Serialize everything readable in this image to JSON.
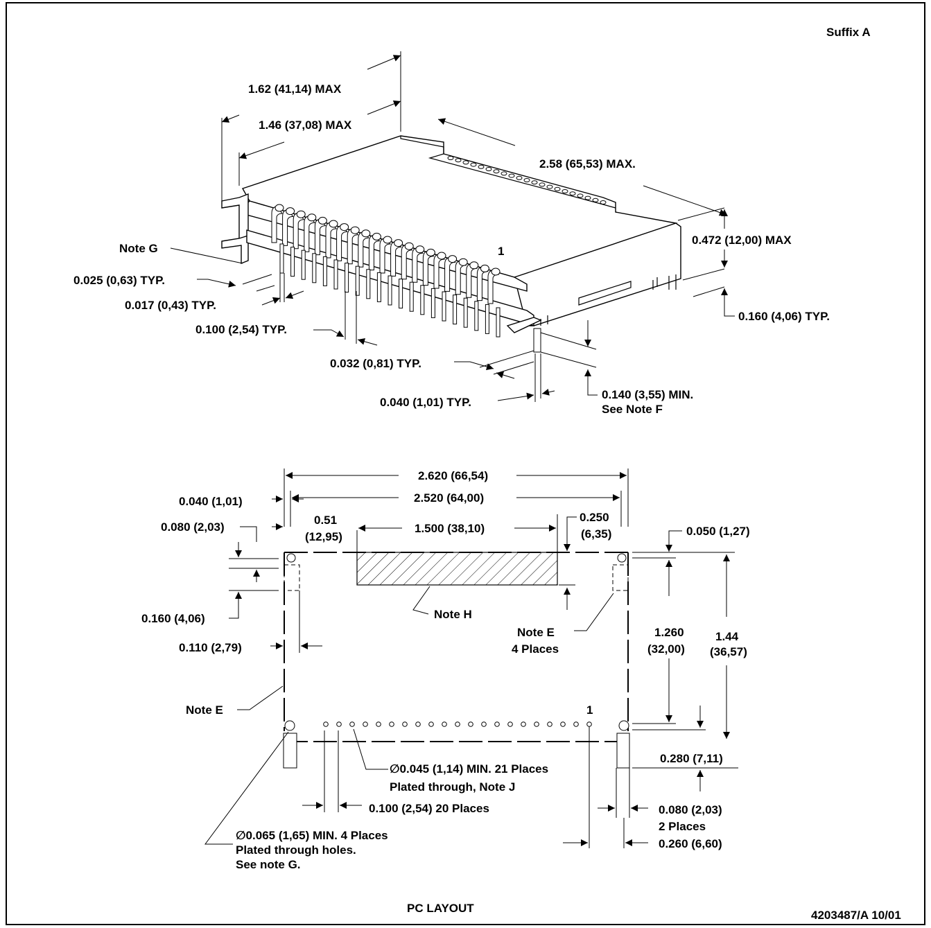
{
  "header": {
    "suffix_label": "Suffix A"
  },
  "iso_view": {
    "dimensions": {
      "overall_length_max": "1.62 (41,14) MAX",
      "body_length_max": "1.46 (37,08) MAX",
      "width_max": "2.58 (65,53) MAX.",
      "height_max": "0.472 (12,00) MAX",
      "standoff_typ": "0.160 (4,06) TYP.",
      "pin_lead_width_typ": "0.025 (0,63) TYP.",
      "pin_thickness_typ": "0.017 (0,43) TYP.",
      "pin_pitch_typ": "0.100 (2,54) TYP.",
      "tab_thickness_typ": "0.032 (0,81) TYP.",
      "tab_width_typ": "0.040 (1,01) TYP.",
      "pin_length_min": "0.140 (3,55) MIN.",
      "pin_length_note": "See Note F"
    },
    "labels": {
      "note_g": "Note G",
      "pin_one": "1"
    }
  },
  "pc_layout": {
    "title": "PC LAYOUT",
    "dimensions": {
      "overall_width": "2.620 (66,54)",
      "inner_width": "2.520 (64,00)",
      "edge_offset": "0.040 (1,01)",
      "mount_offset_y": "0.080 (2,03)",
      "cutout_offset_x_value": "0.51",
      "cutout_offset_x_metric": "(12,95)",
      "cutout_width": "1.500 (38,10)",
      "cutout_depth_value": "0.250",
      "cutout_depth_metric": "(6,35)",
      "corner_hole_offset": "0.050 (1,27)",
      "keepout_height": "0.160 (4,06)",
      "keepout_width": "0.110 (2,79)",
      "row_to_hole_value": "1.260",
      "row_to_hole_metric": "(32,00)",
      "overall_depth_value": "1.44",
      "overall_depth_metric": "(36,57)",
      "tab_length": "0.280 (7,11)",
      "pin_hole_line1": "∅0.045 (1,14) MIN. 21 Places",
      "pin_hole_line2": "Plated through, Note J",
      "pin_pitch": "0.100 (2,54) 20 Places",
      "slot_width_line1": "0.080 (2,03)",
      "slot_width_line2": "2 Places",
      "pin1_to_edge": "0.260 (6,60)",
      "mount_hole_line1": "∅0.065 (1,65) MIN. 4 Places",
      "mount_hole_line2": "Plated through holes.",
      "mount_hole_line3": "See note G."
    },
    "labels": {
      "note_h": "Note H",
      "note_e_places_line1": "Note E",
      "note_e_places_line2": "4 Places",
      "note_e_side": "Note E",
      "pin_one": "1"
    }
  },
  "footer": {
    "drawing_number": "4203487/A 10/01"
  }
}
